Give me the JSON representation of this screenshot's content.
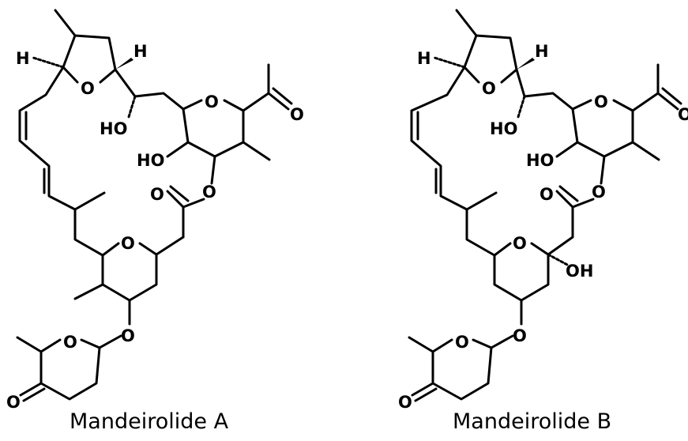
{
  "figure": {
    "captions": [
      "Mandeirolide A",
      "Mandeirolide B"
    ],
    "atom_labels": {
      "hydrogen": "H",
      "oxygen": "O",
      "hydroxyl": "HO",
      "hydroxyl_right": "OH"
    },
    "colors": {
      "ink": "#000000",
      "background": "#ffffff"
    }
  }
}
